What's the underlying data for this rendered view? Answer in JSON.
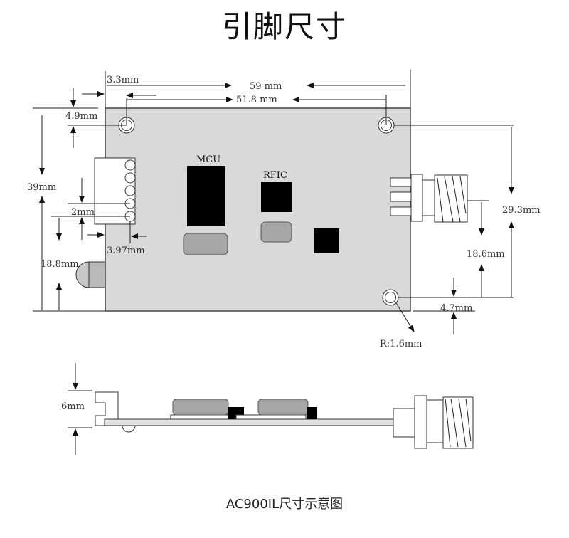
{
  "title": "引脚尺寸",
  "caption": "AC900IL尺寸示意图",
  "top_view": {
    "chips": {
      "mcu": "MCU",
      "rfic": "RFIC"
    },
    "dimensions": {
      "width_total": "59 mm",
      "hole_spacing_x": "51.8 mm",
      "hole_offset_x": "3.3mm",
      "hole_offset_y": "4.9mm",
      "height_total": "39mm",
      "pin_pitch": "2mm",
      "pin_offset": "3.97mm",
      "ir_height": "18.8mm",
      "hole_spacing_y": "29.3mm",
      "antenna_height": "18.6mm",
      "bottom_hole_offset": "4.7mm",
      "hole_radius": "R:1.6mm"
    }
  },
  "side_view": {
    "dimensions": {
      "height": "6mm"
    }
  },
  "colors": {
    "board": "#d9d9d9",
    "component_gray": "#a6a6a6",
    "chip": "#000000"
  }
}
